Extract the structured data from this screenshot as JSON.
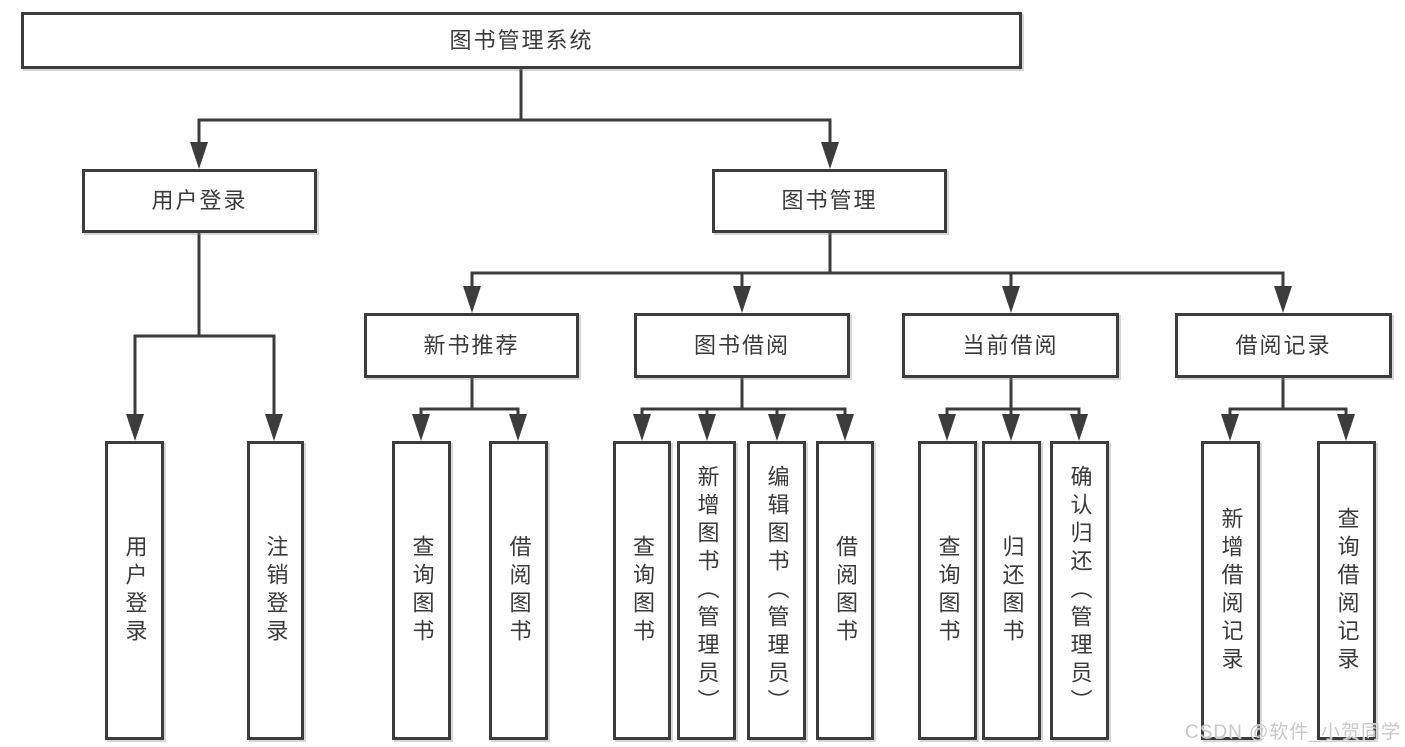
{
  "diagram": {
    "type": "hierarchy-tree",
    "watermark": "CSDN @软件_小贺同学",
    "colors": {
      "line": "#3c3c3c",
      "text": "#3a3a3a",
      "watermark": "#c9c9c9",
      "background": "#ffffff"
    },
    "root": {
      "label": "图书管理系统",
      "children": [
        {
          "label": "用户登录",
          "children": [
            {
              "label": "用户登录"
            },
            {
              "label": "注销登录"
            }
          ]
        },
        {
          "label": "图书管理",
          "children": [
            {
              "label": "新书推荐",
              "children": [
                {
                  "label": "查询图书"
                },
                {
                  "label": "借阅图书"
                }
              ]
            },
            {
              "label": "图书借阅",
              "children": [
                {
                  "label": "查询图书"
                },
                {
                  "label": "新增图书（管理员）"
                },
                {
                  "label": "编辑图书（管理员）"
                },
                {
                  "label": "借阅图书"
                }
              ]
            },
            {
              "label": "当前借阅",
              "children": [
                {
                  "label": "查询图书"
                },
                {
                  "label": "归还图书"
                },
                {
                  "label": "确认归还（管理员）"
                }
              ]
            },
            {
              "label": "借阅记录",
              "children": [
                {
                  "label": "新增借阅记录"
                },
                {
                  "label": "查询借阅记录"
                }
              ]
            }
          ]
        }
      ]
    }
  }
}
